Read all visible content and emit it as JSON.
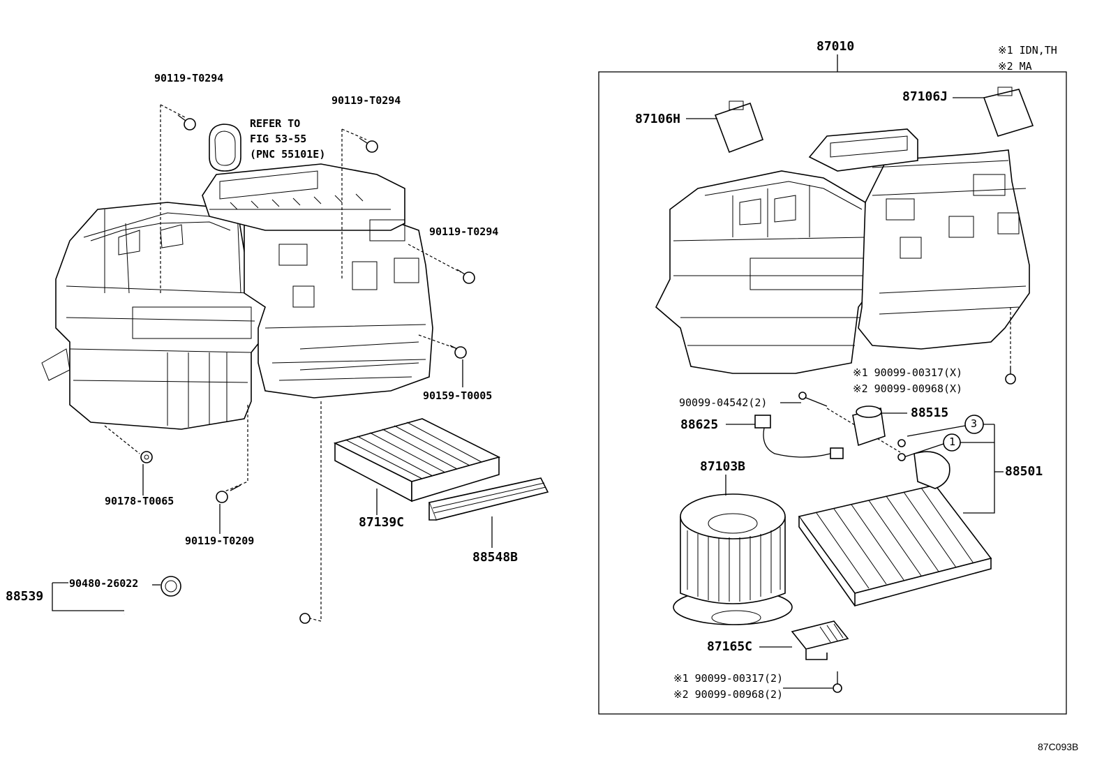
{
  "labels": {
    "assy": "87010",
    "note1": "※1 IDN,TH",
    "note2": "※2 MA",
    "b_90119_t0294_a": "90119-T0294",
    "b_90119_t0294_b": "90119-T0294",
    "b_90119_t0294_c": "90119-T0294",
    "refer_1": "REFER TO",
    "refer_2": "FIG 53-55",
    "refer_3": "(PNC 55101E)",
    "n90159": "90159-T0005",
    "n90178": "90178-T0065",
    "n90119_t0209": "90119-T0209",
    "n87139c": "87139C",
    "n88548b": "88548B",
    "n88539": "88539",
    "n90480": "90480-26022",
    "n87106h": "87106H",
    "n87106j": "87106J",
    "screw_x_1": "※1 90099-00317(X)",
    "screw_x_2": "※2 90099-00968(X)",
    "n90099_04542": "90099-04542(2)",
    "n88625": "88625",
    "n88515": "88515",
    "callout3": "3",
    "callout1": "1",
    "n88501": "88501",
    "n87103b": "87103B",
    "n87165c": "87165C",
    "screw2_1": "※1 90099-00317(2)",
    "screw2_2": "※2 90099-00968(2)",
    "figure_code": "87C093B"
  }
}
